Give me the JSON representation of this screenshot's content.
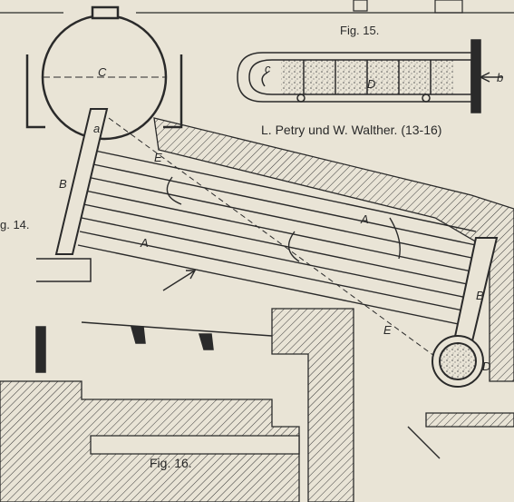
{
  "figures": {
    "fig14_label": "g. 14.",
    "fig15_label": "Fig. 15.",
    "fig16_label": "Fig. 16.",
    "caption": "L. Petry und W. Walther. (13-16)"
  },
  "letters": {
    "C": "C",
    "a": "a",
    "E_upper": "E",
    "E_lower": "E",
    "B_left": "B",
    "B_right": "B",
    "A_upper": "A",
    "A_lower": "A",
    "D": "D",
    "fig15_c": "c",
    "fig15_D": "D",
    "fig15_b": "b"
  },
  "colors": {
    "paper": "#e9e4d6",
    "ink": "#2a2a2a"
  }
}
